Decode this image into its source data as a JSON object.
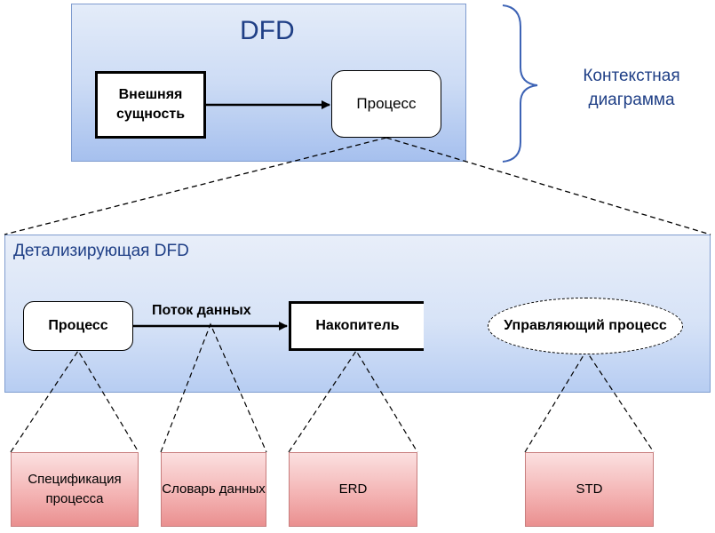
{
  "top_panel": {
    "title": "DFD",
    "entity_label": "Внешняя сущность",
    "process_label": "Процесс"
  },
  "context_label": "Контекстная диаграмма",
  "detail_panel": {
    "title": "Детализирующая DFD",
    "process_label": "Процесс",
    "flow_label": "Поток данных",
    "store_label": "Накопитель",
    "control_label": "Управляющий процесс"
  },
  "artifacts": {
    "spec": "Спецификация процесса",
    "dictionary": "Словарь данных",
    "erd": "ERD",
    "std": "STD"
  },
  "colors": {
    "title_blue": "#1f3f86",
    "brace_blue": "#3d63b5",
    "panel_gradient_bottom": "#a6c0ee",
    "pink_gradient_bottom": "#ea9090"
  }
}
